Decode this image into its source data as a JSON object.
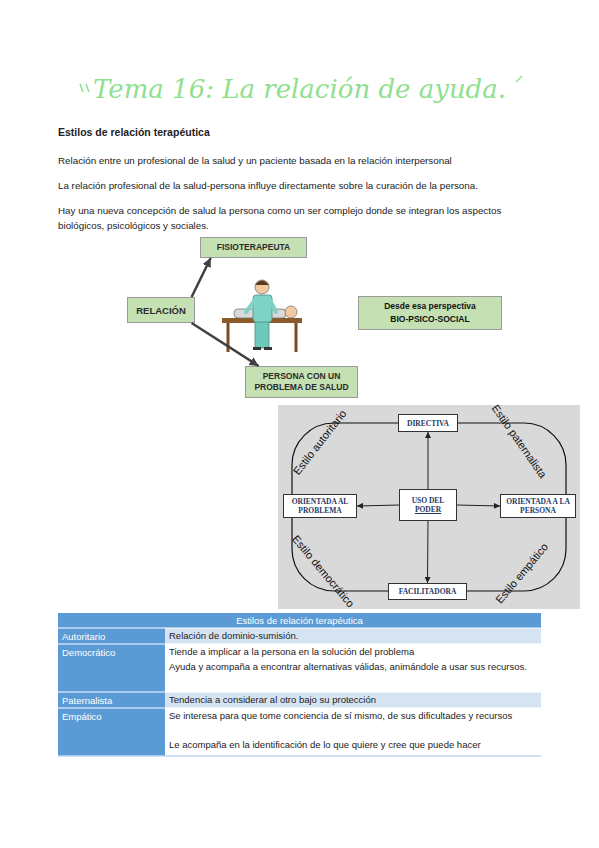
{
  "diagram": {
    "title": "Tema 16: La relación de ayuda.",
    "nodes": [
      {
        "text": [
          "FISIOTERAPEUTA"
        ]
      },
      {
        "text": [
          "RELACIÓN"
        ]
      },
      {
        "text": [
          "Desde esa perspectiva",
          "BIO-PSICO-SOCIAL"
        ]
      },
      {
        "text": [
          "PERSONA CON UN PROBLEMA DE SALUD"
        ]
      },
      {
        "text": [
          "DIRECTIVA"
        ]
      },
      {
        "text": [
          "ORIENTADA AL PROBLEMA"
        ]
      },
      {
        "text": [
          "USO DEL",
          "PODER"
        ]
      },
      {
        "text": [
          "ORIENTADA A LA PERSONA"
        ]
      },
      {
        "text": [
          "FACILITADORA"
        ]
      }
    ],
    "edges": [
      {
        "from": 1,
        "to": 0,
        "arrow": "to"
      },
      {
        "from": 1,
        "to": 3,
        "arrow": "to"
      },
      {
        "from": 6,
        "to": 4,
        "arrow": "to"
      },
      {
        "from": 6,
        "to": 5,
        "arrow": "to"
      },
      {
        "from": 6,
        "to": 7,
        "arrow": "to"
      },
      {
        "from": 6,
        "to": 8,
        "arrow": "to"
      }
    ],
    "labels": [
      "Estilos de relación terapéutica",
      "Relación entre un profesional de la salud y un paciente basada en la relación interpersonal",
      "La relación profesional de la salud-persona influye directamente sobre la curación de la persona.",
      "Hay una nueva concepción de salud la persona como un ser complejo donde se integran los aspectos biológicos, psicológicos y sociales.",
      "Estilo autoritario",
      "Estilo paternalista",
      "Estilo democrático",
      "Estilo empático",
      "Estilos de relación terapéutica",
      "Autoritario",
      "Relación de dominio-sumisión.",
      "Democrático",
      "Tiende a implicar a la persona en la solución del problema",
      "Ayuda y acompaña a encontrar alternativas válidas, animándole a usar sus recursos.",
      "Paternalista",
      "Tendencia a considerar al otro bajo su protección",
      "Empático",
      "Se interesa para que tome conciencia de sí mismo, de sus dificultades y recursos",
      "Le acompaña en la identificación de lo que quiere y cree que puede hacer"
    ]
  }
}
